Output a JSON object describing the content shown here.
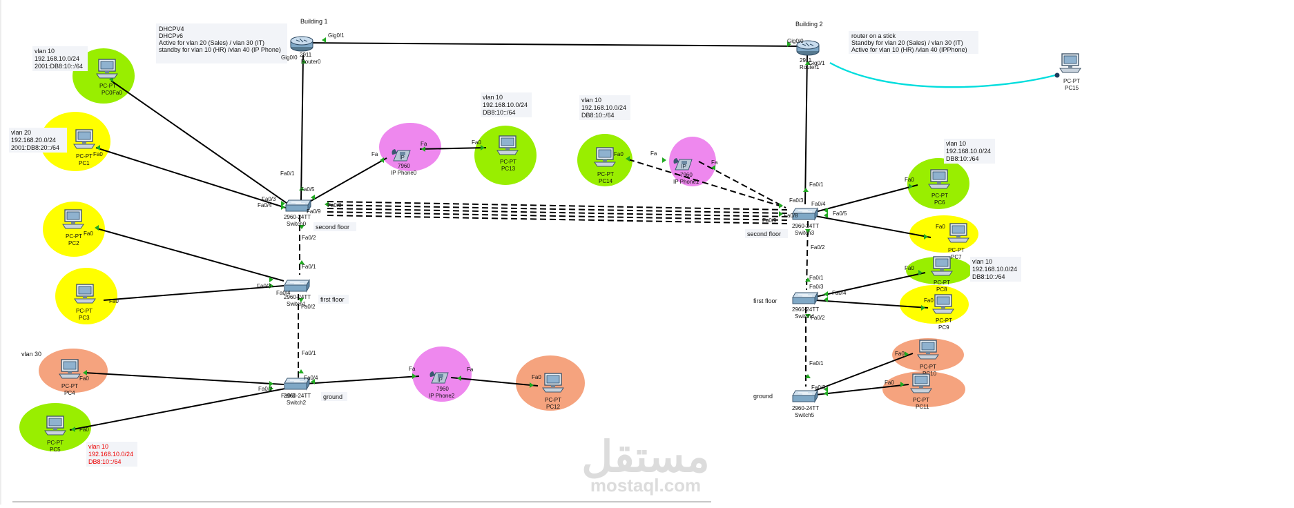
{
  "notes": {
    "router0_info": [
      "DHCPV4",
      "DHCPv6",
      "Active for vlan 20 (Sales) / vlan 30 (IT)",
      "standby for vlan 10 (HR) /vlan 40 (IP Phone)"
    ],
    "router1_info": [
      "router on a stick",
      "Standby for vlan 20 (Sales) / vlan 30 (IT)",
      "Active for vlan 10 (HR) /vlan 40 (IPPhone)"
    ],
    "pc0_vlan": [
      "vlan 10",
      "192.168.10.0/24",
      "2001:DB8:10::/64"
    ],
    "pc1_vlan": [
      "vlan 20",
      "192.168.20.0/24",
      "2001:DB8:20::/64"
    ],
    "pc4_vlan": [
      "vlan 30"
    ],
    "pc5_vlan": [
      "vlan 10",
      "192.168.10.0/24",
      "DB8:10::/64"
    ],
    "pc13_vlan": [
      "vlan 10",
      "192.168.10.0/24",
      "DB8:10::/64"
    ],
    "pc14_vlan": [
      "vlan 10",
      "192.168.10.0/24",
      "DB8:10::/64"
    ],
    "pc6_vlan": [
      "vlan 10",
      "192.168.10.0/24",
      "DB8:10::/64"
    ],
    "pc8_vlan": [
      "vlan 10",
      "192.168.10.0/24",
      "DB8:10::/64"
    ]
  },
  "labels": {
    "building1": "Building 1",
    "building2": "Building 2",
    "second_floor": "second floor",
    "first_floor": "first floor",
    "ground": "ground"
  },
  "devices": {
    "router0": {
      "model": "2911",
      "name": "Router0"
    },
    "router1": {
      "model": "2911",
      "name": "Router1"
    },
    "switch0": {
      "model": "2960-24TT",
      "name": "Switch0"
    },
    "switch1": {
      "model": "2960-24TT",
      "name": "Switch1"
    },
    "switch2": {
      "model": "2960-24TT",
      "name": "Switch2"
    },
    "switch3": {
      "model": "2960-24TT",
      "name": "Switch3"
    },
    "switch4": {
      "model": "2960-24TT",
      "name": "Switch4"
    },
    "switch5": {
      "model": "2960-24TT",
      "name": "Switch5"
    },
    "ipphone0": {
      "model": "7960",
      "name": "IP Phone0"
    },
    "ipphone1": {
      "model": "7960",
      "name": "IP Phone1"
    },
    "ipphone2": {
      "model": "7960",
      "name": "IP Phone2"
    },
    "pcs": [
      {
        "id": "pc0",
        "model": "PC-PT",
        "name": "PC0"
      },
      {
        "id": "pc1",
        "model": "PC-PT",
        "name": "PC1"
      },
      {
        "id": "pc2",
        "model": "PC-PT",
        "name": "PC2"
      },
      {
        "id": "pc3",
        "model": "PC-PT",
        "name": "PC3"
      },
      {
        "id": "pc4",
        "model": "PC-PT",
        "name": "PC4"
      },
      {
        "id": "pc5",
        "model": "PC-PT",
        "name": "PC5"
      },
      {
        "id": "pc6",
        "model": "PC-PT",
        "name": "PC6"
      },
      {
        "id": "pc7",
        "model": "PC-PT",
        "name": "PC7"
      },
      {
        "id": "pc8",
        "model": "PC-PT",
        "name": "PC8"
      },
      {
        "id": "pc9",
        "model": "PC-PT",
        "name": "PC9"
      },
      {
        "id": "pc10",
        "model": "PC-PT",
        "name": "PC10"
      },
      {
        "id": "pc11",
        "model": "PC-PT",
        "name": "PC11"
      },
      {
        "id": "pc12",
        "model": "PC-PT",
        "name": "PC12"
      },
      {
        "id": "pc13",
        "model": "PC-PT",
        "name": "PC13"
      },
      {
        "id": "pc14",
        "model": "PC-PT",
        "name": "PC14"
      },
      {
        "id": "pc15",
        "model": "PC-PT",
        "name": "PC15"
      }
    ]
  },
  "ports": {
    "gig00": "Gig0/0",
    "gig01": "Gig0/1",
    "fa0": "Fa0",
    "fa": "Fa",
    "fa01": "Fa0/1",
    "fa02": "Fa0/2",
    "fa03": "Fa0/3",
    "fa04": "Fa0/4",
    "fa05": "Fa0/5",
    "fa08": "Fa0/8",
    "fa09": "Fa0/9"
  },
  "watermark": {
    "arabic": "مستقل",
    "latin": "mostaql.com"
  },
  "colors": {
    "green": "#99ee00",
    "yellow": "#ffff00",
    "salmon": "#f5a37e",
    "pink": "#ee88ee",
    "link": "#000000",
    "serial": "#00dddd",
    "port_dot": "#22aa22",
    "vlan_red": "#ee0000"
  }
}
